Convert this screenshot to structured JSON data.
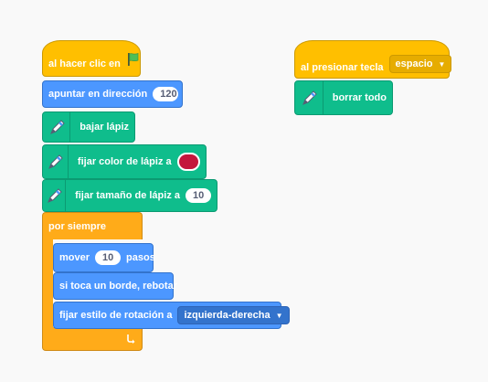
{
  "script1": {
    "hat_label": "al hacer clic en",
    "point_label": "apuntar en dirección",
    "point_value": "120",
    "pen_down": "bajar lápiz",
    "set_color": "fijar color de lápiz a",
    "pen_color": "#c4163c",
    "set_size": "fijar tamaño de lápiz a",
    "size_value": "10",
    "forever": "por siempre",
    "move_label": "mover",
    "move_value": "10",
    "move_suffix": "pasos",
    "bounce": "si toca un borde, rebotar",
    "rotation_label": "fijar estilo de rotación a",
    "rotation_value": "izquierda-derecha"
  },
  "script2": {
    "hat_label": "al presionar tecla",
    "key_value": "espacio",
    "clear": "borrar todo"
  },
  "colors": {
    "events": "#ffbf00",
    "motion": "#4c97ff",
    "pen": "#0fbd8c",
    "control": "#ffab19"
  }
}
